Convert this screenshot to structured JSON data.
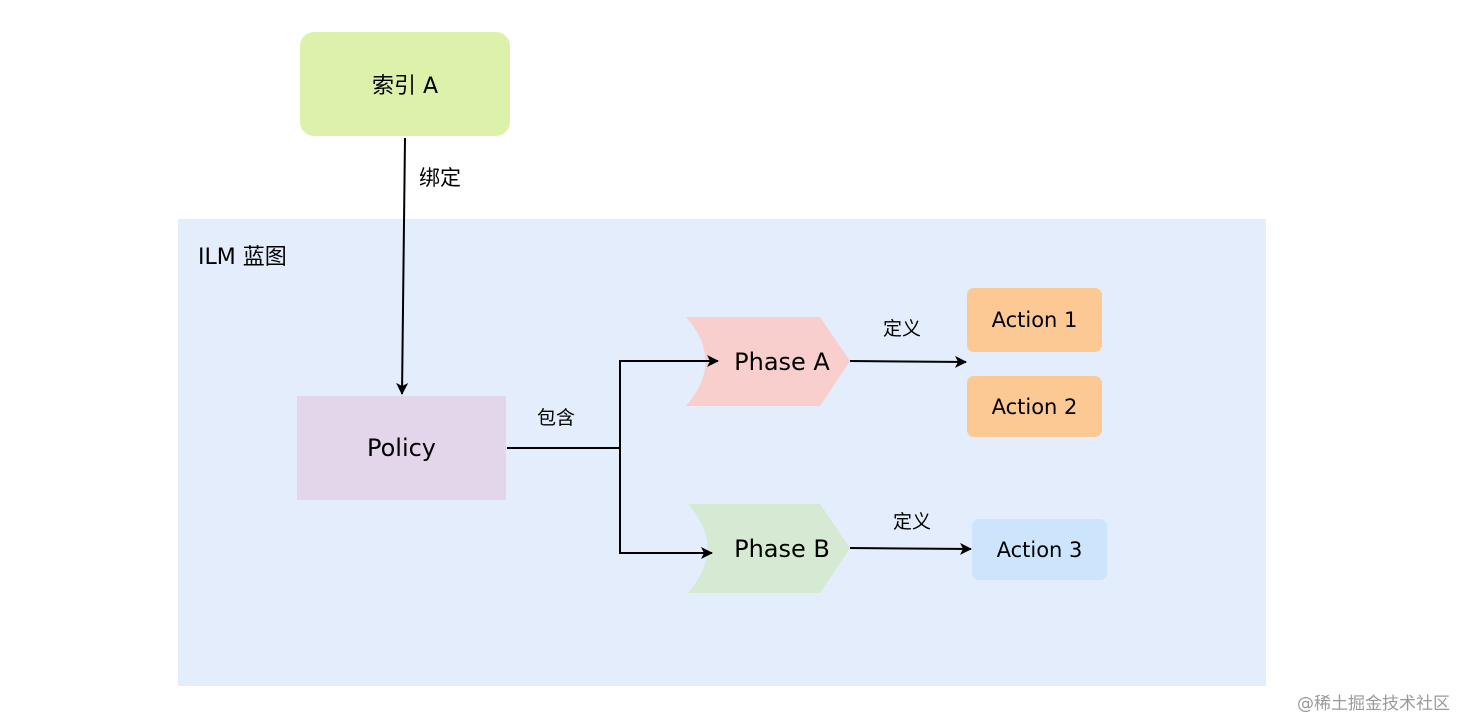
{
  "diagram": {
    "container": {
      "label": "ILM 蓝图"
    },
    "nodes": {
      "index": "索引 A",
      "policy": "Policy",
      "phase_a": "Phase A",
      "phase_b": "Phase B",
      "action_1": "Action 1",
      "action_2": "Action 2",
      "action_3": "Action 3"
    },
    "edge_labels": {
      "bind": "绑定",
      "contain": "包含",
      "define_a": "定义",
      "define_b": "定义"
    },
    "colors": {
      "container": "#e3edfb",
      "index": "#dcf1aa",
      "policy": "#e3d5ea",
      "phase_a": "#f8cfcd",
      "phase_b": "#d6e9d2",
      "action_orange": "#fcc994",
      "action_blue": "#cce5fd"
    }
  },
  "watermark": "@稀土掘金技术社区"
}
